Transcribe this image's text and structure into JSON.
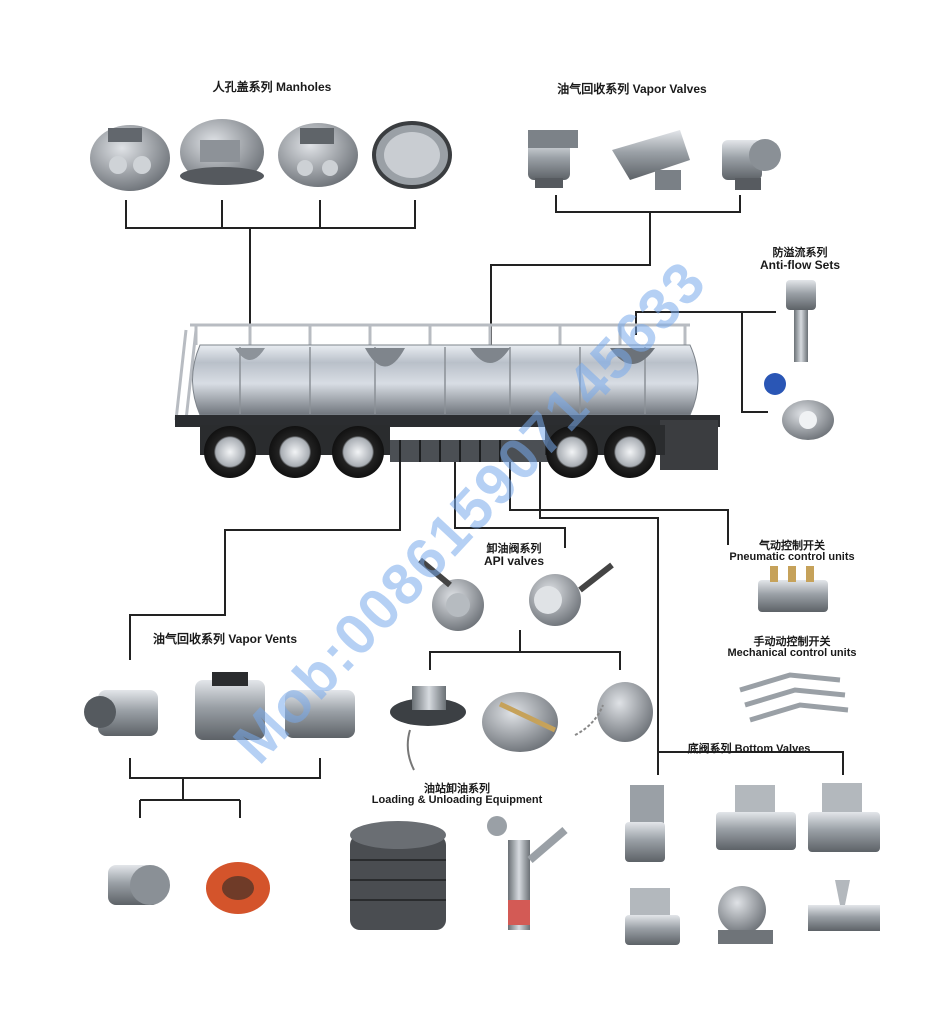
{
  "labels": {
    "manholes": "人孔盖系列 Manholes",
    "vapor_valves": "油气回收系列 Vapor Valves",
    "anti_flow_cn": "防溢流系列",
    "anti_flow_en": "Anti-flow Sets",
    "pneumatic_cn": "气动控制开关",
    "pneumatic_en": "Pneumatic control units",
    "api_cn": "卸油阀系列",
    "api_en": "API valves",
    "mechanical_cn": "手动动控制开关",
    "mechanical_en": "Mechanical control units",
    "vapor_vents": "油气回收系列 Vapor Vents",
    "loading_cn": "油站卸油系列",
    "loading_en": "Loading & Unloading Equipment",
    "bottom_valves": "底阀系列 Bottom Valves"
  },
  "watermark": "Mob:008615907145633",
  "colors": {
    "metal": "#a7abb0",
    "tank": "#c3c9d2",
    "line": "#222222",
    "watermark": "#78aaeb",
    "accent_red": "#d4542b",
    "accent_blue": "#2a56b5"
  }
}
